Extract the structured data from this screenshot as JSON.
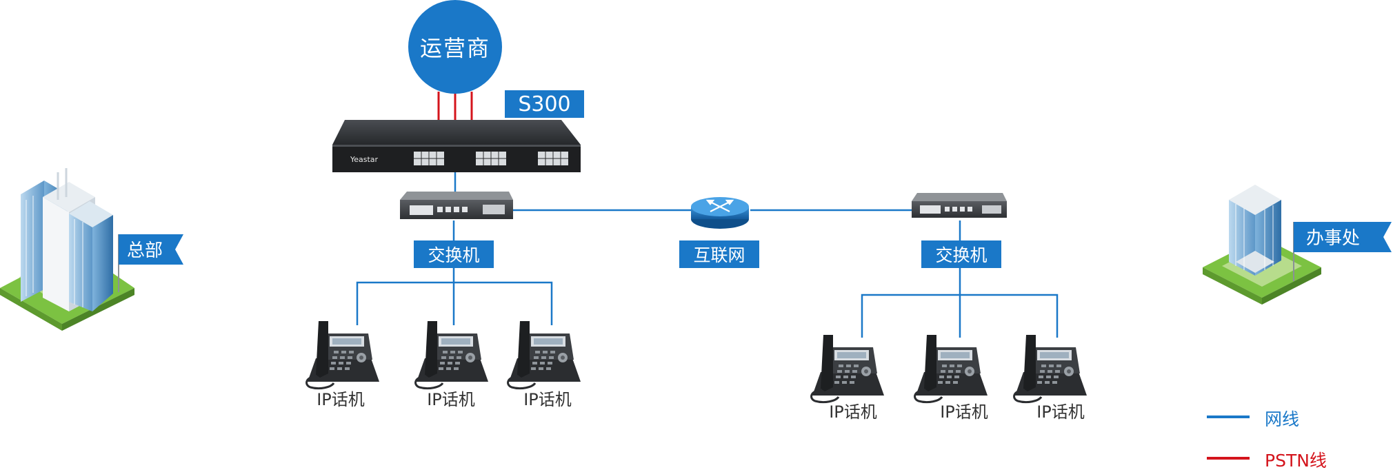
{
  "nodes": {
    "carrier": "运营商",
    "pbx_model": "S300",
    "pbx_brand": "Yeastar",
    "switch_hq": "交换机",
    "internet": "互联网",
    "switch_branch": "交换机"
  },
  "sites": {
    "headquarters": "总部",
    "branch_office": "办事处"
  },
  "phones": {
    "hq": [
      "IP话机",
      "IP话机",
      "IP话机"
    ],
    "branch": [
      "IP话机",
      "IP话机",
      "IP话机"
    ]
  },
  "legend": {
    "lan": "网线",
    "pstn": "PSTN线"
  },
  "colors": {
    "lan_line": "#1a78c8",
    "pstn_line": "#d4141c",
    "label_bg": "#1a78c8",
    "site_base": "#7cc242"
  }
}
